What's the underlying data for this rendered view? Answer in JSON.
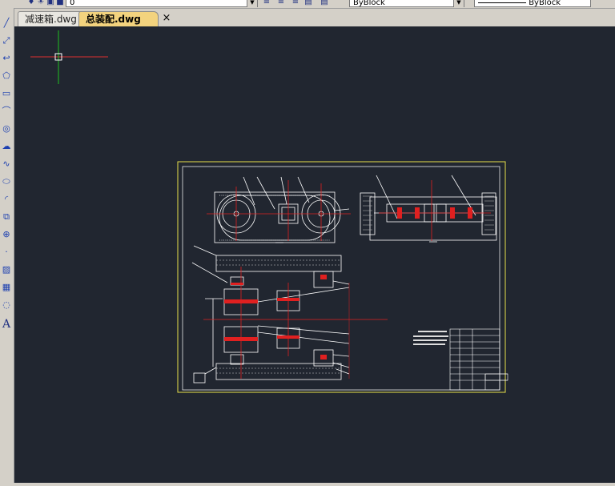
{
  "toolbar": {
    "layer_value": "0",
    "color_value": "ByBlock",
    "linetype_value": "ByBlock"
  },
  "tabs": [
    {
      "label": "减速箱.dwg",
      "active": false
    },
    {
      "label": "总装配.dwg",
      "active": true
    }
  ],
  "tab_close_label": "×",
  "left_toolbar": {
    "tools": [
      "line-icon",
      "construction-line-icon",
      "polyline-icon",
      "polygon-icon",
      "rectangle-icon",
      "arc-icon",
      "circle-icon",
      "revision-cloud-icon",
      "spline-icon",
      "ellipse-icon",
      "ellipse-arc-icon",
      "insert-block-icon",
      "make-block-icon",
      "point-icon",
      "hatch-icon",
      "gradient-icon",
      "region-icon",
      "text-icon"
    ],
    "text_tool_label": "A"
  },
  "colors": {
    "canvas_bg": "#212630",
    "drawing_lines": "#ffffff",
    "frame_border": "#e8e04a",
    "center_lines": "#e02020",
    "crosshair_x": "#e03030",
    "crosshair_y": "#20c020"
  }
}
